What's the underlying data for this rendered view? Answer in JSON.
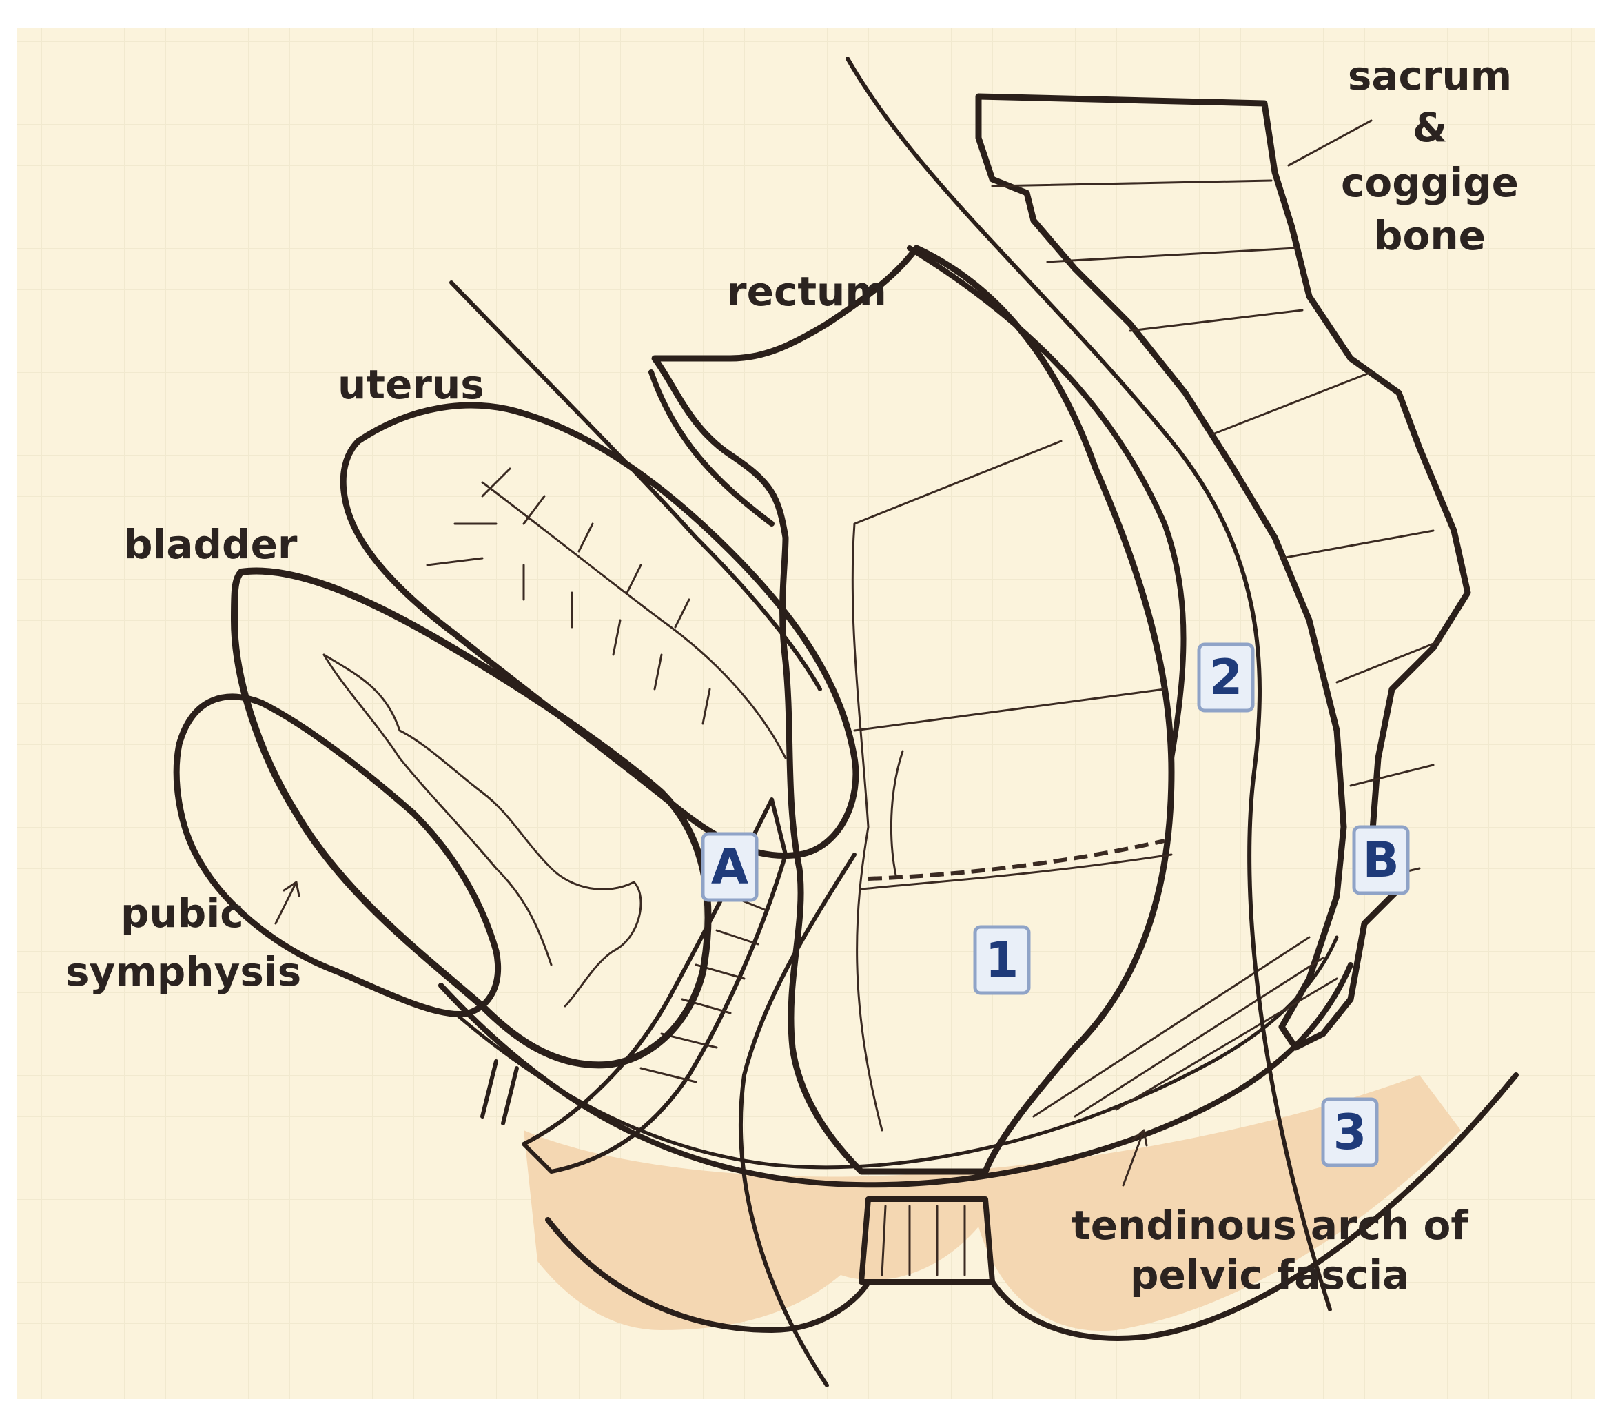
{
  "labels": {
    "sacrum_line1": "sacrum",
    "sacrum_line2": "&",
    "sacrum_line3": "coggige",
    "sacrum_line4": "bone",
    "rectum": "rectum",
    "uterus": "uterus",
    "bladder": "bladder",
    "pubic_line1": "pubic",
    "pubic_line2": "symphysis",
    "arch_line1": "tendinous arch of",
    "arch_line2": "pelvic fascia"
  },
  "markers": {
    "A": "A",
    "B": "B",
    "one": "1",
    "two": "2",
    "three": "3"
  },
  "colors": {
    "background": "#fbf3dc",
    "grid": "#ebe2c6",
    "bone": "#f2c9a0",
    "soft_tissue": "#f4d2ab",
    "uterus": "#f0a892",
    "bladder": "#f7dc98",
    "ink": "#2a1f1a",
    "marker_box": "#e9eff8",
    "marker_text": "#1f3b7a"
  }
}
